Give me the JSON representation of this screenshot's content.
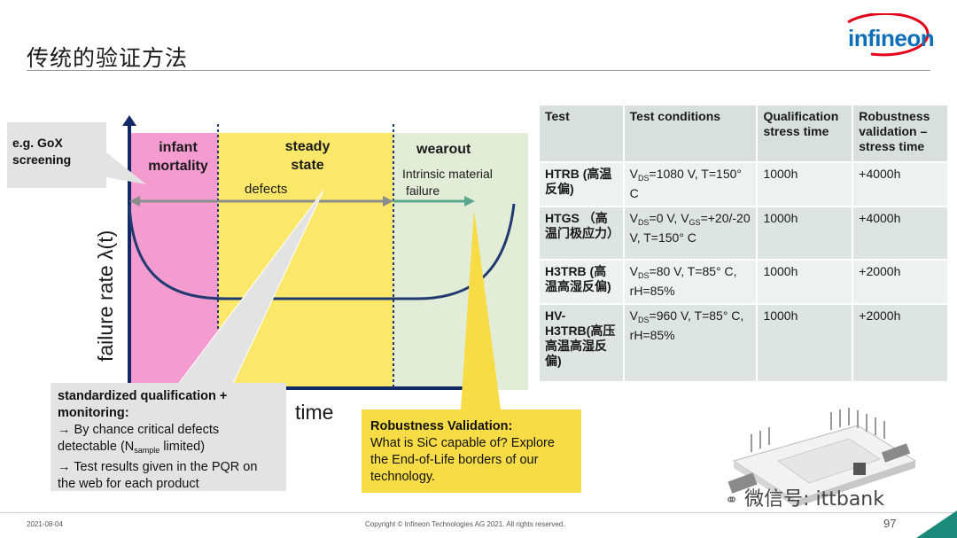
{
  "slide": {
    "title": "传统的验证方法",
    "logo": "infineon",
    "footer_date": "2021-08-04",
    "footer_copyright": "Copyright © Infineon Technologies AG 2021. All rights reserved.",
    "page_number": "97",
    "watermark": "微信号: ittbank"
  },
  "diagram": {
    "ylabel": "failure rate λ(t)",
    "xlabel": "time",
    "phase_infant_1": "infant",
    "phase_infant_2": "mortality",
    "phase_steady_1": "steady",
    "phase_steady_2": "state",
    "phase_wearout": "wearout",
    "defects_label": "defects",
    "intrinsic_1": "Intrinsic material",
    "intrinsic_2": "failure",
    "gox_1": "e.g. GoX",
    "gox_2": "screening",
    "colors": {
      "infant": "#f49bd0",
      "steady": "#fbe86a",
      "wearout": "#e2ecd6",
      "curve": "#1f3a70",
      "arrow_gray": "#8c8c8c",
      "arrow_green": "#5aa690",
      "callout_yellow": "#f8dc45"
    }
  },
  "callout_qualification": {
    "heading_1": "standardized qualification +",
    "heading_2": "monitoring:",
    "line1": "→ By chance critical defects",
    "line2_pre": "detectable (N",
    "line2_sub": "sample",
    "line2_post": " limited)",
    "line3": "→ Test results given in the PQR on",
    "line4": "the web for each product"
  },
  "callout_robustness": {
    "heading": "Robustness Validation:",
    "line1": "What is SiC capable of? Explore",
    "line2": "the End-of-Life borders of our",
    "line3": "technology."
  },
  "table": {
    "headers": [
      "Test",
      "Test conditions",
      "Qualification stress time",
      "Robustness validation – stress time"
    ],
    "rows": [
      {
        "test": "HTRB (高温反偏)",
        "cond_a": "V",
        "cond_a_sub": "DS",
        "cond_b": "=1080 V, T=150° C",
        "qual": "1000h",
        "robust": "+4000h"
      },
      {
        "test": "HTGS （高温门极应力）",
        "cond_a": "V",
        "cond_a_sub": "DS",
        "cond_b": "=0 V, V",
        "cond_c_sub": "GS",
        "cond_c": "=+20/-20 V, T=150° C",
        "qual": "1000h",
        "robust": "+4000h"
      },
      {
        "test": "H3TRB (高温高湿反偏)",
        "cond_a": "V",
        "cond_a_sub": "DS",
        "cond_b": "=80 V, T=85° C, rH=85%",
        "qual": "1000h",
        "robust": "+2000h"
      },
      {
        "test": "HV-H3TRB(高压高温高湿反偏)",
        "cond_a": "V",
        "cond_a_sub": "DS",
        "cond_b": "=960 V, T=85° C, rH=85%",
        "qual": "1000h",
        "robust": "+2000h"
      }
    ]
  }
}
